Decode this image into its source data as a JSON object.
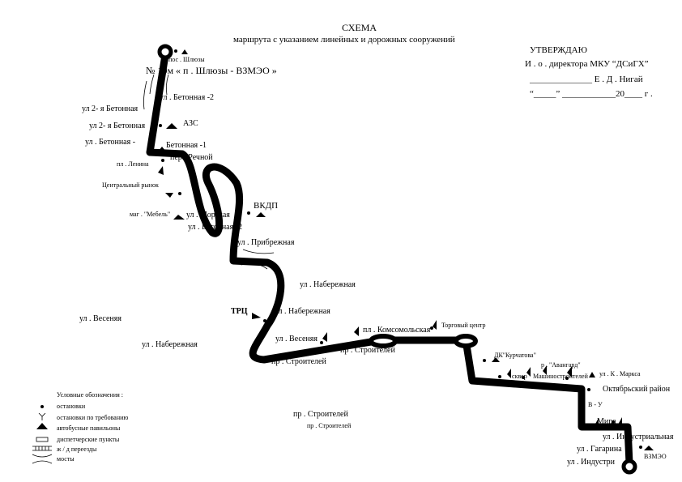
{
  "header": {
    "title": "СХЕМА",
    "subtitle": "маршрута с указанием линейных и дорожных сооружений",
    "route_name": "№ 10м « п . Шлюзы - ВЗМЭО »"
  },
  "approval": {
    "line1": "УТВЕРЖДАЮ",
    "line2": "И . о . директора МКУ “ДСиГХ”",
    "line3": "______________ Е . Д . Нигай",
    "line4": "“_____” ____________20____ г ."
  },
  "labels": {
    "shlyuzy": "пос . Шлюзы",
    "betonnaya2a": "ул . Бетонная -2",
    "betonnaya_2ya": "ул 2- я Бетонная",
    "betonnaya_2ya_b": "ул 2- я Бетонная",
    "azs": "АЗС",
    "betonnaya_ul": "ул . Бетонная -",
    "betonnaya1": "Бетонная -1",
    "per": "пер . Речной",
    "lenina": "пл . Ленина",
    "rynok": "Центральный рынок",
    "mebel": "маг . \"Мебель\"",
    "morskaya": "ул . Морская",
    "betonnaya2b": "ул . Бетонная -2",
    "vkdp": "ВКДП",
    "pribrezhnaya": "ул . Прибрежная",
    "naberezhnaya1": "ул . Набережная",
    "trc": "ТРЦ",
    "naberezhnaya2": "ул . Набережная",
    "vesenyaya1": "ул . Весеняя",
    "naberezhnaya3": "ул . Набережная",
    "vesenyaya2": "ул . Весеняя",
    "stroiteley_pr1": "пр . Строителей",
    "komsomolskaya": "пл . Комсомольская",
    "torgoviy": "Торговый центр",
    "stroiteley2": "пр . Строителей",
    "kurchatova": "ДК\"Курчатова\"",
    "avangard": "р . \"Авангард\"",
    "marksa": "ул . К . Маркса",
    "skver": "сквер",
    "mashinostroiteley": "Машиностроителей",
    "oktyabrsky": "Октябрьский район",
    "vu": "В - У",
    "mira": "Мира",
    "industrialnaya": "ул . Индустриальная",
    "gagarina": "ул . Гагарина",
    "vzmeo": "ВЗМЭО",
    "industrialnaya2": "ул . Индустри",
    "stroiteley3": "пр . Строителей",
    "stroiteley4": "пр . Строителей"
  },
  "legend": {
    "title": "Условные обозначения :",
    "items": [
      "остановки",
      "остановки по требованию",
      "автобусные павильоны",
      "диспетчерские пункты",
      "ж / д переезды",
      "мосты"
    ]
  }
}
